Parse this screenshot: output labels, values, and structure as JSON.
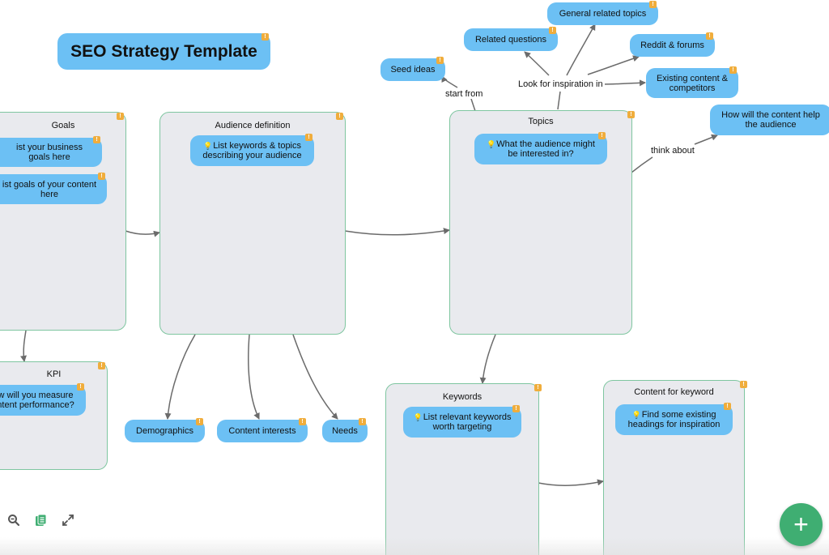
{
  "title": "SEO Strategy Template",
  "containers": {
    "goals": "Goals",
    "kpi": "KPI",
    "audience": "Audience definition",
    "topics": "Topics",
    "keywords": "Keywords",
    "content_for_keyword": "Content for keyword"
  },
  "nodes": {
    "goals_business": "ist your business goals here",
    "goals_content": "ist goals of your content here",
    "kpi_measure": "w will you measure ntent performance?",
    "audience_keywords": "List keywords & topics describing your audience",
    "demographics": "Demographics",
    "content_interests": "Content interests",
    "needs": "Needs",
    "topics_interest": "What the audience might be interested in?",
    "seed_ideas": "Seed ideas",
    "related_questions": "Related questions",
    "general_related_topics": "General related topics",
    "reddit_forums": "Reddit & forums",
    "existing_content": "Existing content & competitors",
    "content_help": "How will the content help the audience",
    "keywords_relevant": "List relevant keywords worth targeting",
    "find_headings": "Find some existing headings for inspiration"
  },
  "edge_labels": {
    "start_from": "start from",
    "look_for": "Look for inspiration in",
    "think_about": "think about"
  },
  "icons": {
    "badge": "info-badge-icon",
    "bulb": "lightbulb-icon",
    "zoom_out": "zoom-out-icon",
    "outline": "outline-icon",
    "fullscreen": "fullscreen-icon",
    "add": "plus-icon"
  },
  "colors": {
    "node": "#6cc0f4",
    "container": "#e9eaee",
    "container_border": "#7fc6a0",
    "badge": "#f0ad3c",
    "fab": "#3fae72",
    "edge": "#6b6b6b"
  },
  "fab_label": "+"
}
